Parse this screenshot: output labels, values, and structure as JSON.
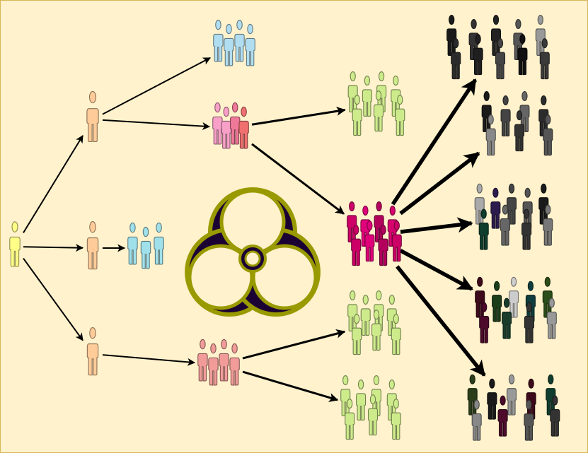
{
  "diagram": {
    "background": "#fff2cc",
    "border": "#d6b656",
    "arrow_color": "#000000",
    "symbol": {
      "icon": "biohazard-icon",
      "fill": "#1a0033",
      "outline": "#999900"
    },
    "nodes": [
      {
        "id": "origin",
        "kind": "person",
        "colors": [
          "#ffff88"
        ]
      },
      {
        "id": "gen1-top",
        "kind": "person",
        "colors": [
          "#ffcc99"
        ]
      },
      {
        "id": "gen1-mid",
        "kind": "person",
        "colors": [
          "#ffcc99"
        ]
      },
      {
        "id": "gen1-bottom",
        "kind": "person",
        "colors": [
          "#ffcc99"
        ]
      },
      {
        "id": "blue-group-top",
        "kind": "group",
        "colors": [
          "#b1ddf0",
          "#b1ddf0",
          "#b1ddf0",
          "#b1ddf0"
        ]
      },
      {
        "id": "pink-group",
        "kind": "group",
        "colors": [
          "#f8a0c8",
          "#f8a0c8",
          "#f07898",
          "#f07070"
        ]
      },
      {
        "id": "cyan-group",
        "kind": "group",
        "colors": [
          "#a0e0ea",
          "#a0e0ea",
          "#a0e0ea"
        ]
      },
      {
        "id": "salmon-group",
        "kind": "group",
        "colors": [
          "#f19c99",
          "#f19c99",
          "#f19c99",
          "#f19c99"
        ]
      },
      {
        "id": "green-group-top",
        "kind": "group",
        "colors": [
          "#cdeb8b",
          "#cdeb8b",
          "#cdeb8b",
          "#cdeb8b",
          "#cdeb8b",
          "#cdeb8b",
          "#cdeb8b"
        ]
      },
      {
        "id": "magenta-group",
        "kind": "group",
        "colors": [
          "#cc0066",
          "#e0007a",
          "#b3005c",
          "#d6006e",
          "#cc0066",
          "#e0007a",
          "#b3005c",
          "#cc0066"
        ]
      },
      {
        "id": "green-group-mid",
        "kind": "group",
        "colors": [
          "#cdeb8b",
          "#cdeb8b",
          "#cdeb8b",
          "#cdeb8b",
          "#cdeb8b",
          "#cdeb8b",
          "#cdeb8b"
        ]
      },
      {
        "id": "green-group-bottom",
        "kind": "group",
        "colors": [
          "#cdeb8b",
          "#cdeb8b",
          "#cdeb8b",
          "#cdeb8b",
          "#cdeb8b",
          "#cdeb8b",
          "#cdeb8b"
        ]
      },
      {
        "id": "dark-crowd-1",
        "kind": "crowd",
        "colors": [
          "#1a1a1a",
          "#333333",
          "#222222",
          "#555555",
          "#999999",
          "#2b2b2b",
          "#1f1f1f",
          "#444444",
          "#111111",
          "#3a3a3a"
        ]
      },
      {
        "id": "dark-crowd-2",
        "kind": "crowd",
        "colors": [
          "#1a1a1a",
          "#444444",
          "#666666",
          "#2b2b2b",
          "#888888",
          "#333333",
          "#555555"
        ]
      },
      {
        "id": "dark-crowd-3",
        "kind": "crowd",
        "colors": [
          "#aaaaaa",
          "#2d1b4e",
          "#444444",
          "#555555",
          "#1a1a1a",
          "#0f3d2e",
          "#666666",
          "#333333",
          "#777777"
        ]
      },
      {
        "id": "dark-crowd-4",
        "kind": "crowd",
        "colors": [
          "#3d0a1a",
          "#1a3d1a",
          "#cccccc",
          "#0f3d3d",
          "#2b4d1a",
          "#4d0a2b",
          "#1a3d2b",
          "#333333",
          "#999999"
        ]
      },
      {
        "id": "dark-crowd-5",
        "kind": "crowd",
        "colors": [
          "#2b3d1a",
          "#1a1a1a",
          "#999999",
          "#3d0a1a",
          "#0f3d2e",
          "#888888",
          "#4d0a2b",
          "#555555",
          "#333333"
        ]
      }
    ],
    "edges": [
      {
        "from": "origin",
        "to": "gen1-top",
        "weight": 1
      },
      {
        "from": "origin",
        "to": "gen1-mid",
        "weight": 1
      },
      {
        "from": "origin",
        "to": "gen1-bottom",
        "weight": 1
      },
      {
        "from": "gen1-top",
        "to": "blue-group-top",
        "weight": 1
      },
      {
        "from": "gen1-top",
        "to": "pink-group",
        "weight": 1
      },
      {
        "from": "gen1-mid",
        "to": "cyan-group",
        "weight": 1
      },
      {
        "from": "gen1-bottom",
        "to": "salmon-group",
        "weight": 1
      },
      {
        "from": "pink-group",
        "to": "green-group-top",
        "weight": 2
      },
      {
        "from": "pink-group",
        "to": "magenta-group",
        "weight": 2
      },
      {
        "from": "salmon-group",
        "to": "green-group-mid",
        "weight": 2
      },
      {
        "from": "salmon-group",
        "to": "green-group-bottom",
        "weight": 2
      },
      {
        "from": "magenta-group",
        "to": "dark-crowd-1",
        "weight": 3
      },
      {
        "from": "magenta-group",
        "to": "dark-crowd-2",
        "weight": 3
      },
      {
        "from": "magenta-group",
        "to": "dark-crowd-3",
        "weight": 3
      },
      {
        "from": "magenta-group",
        "to": "dark-crowd-4",
        "weight": 3
      },
      {
        "from": "magenta-group",
        "to": "dark-crowd-5",
        "weight": 3
      }
    ]
  }
}
